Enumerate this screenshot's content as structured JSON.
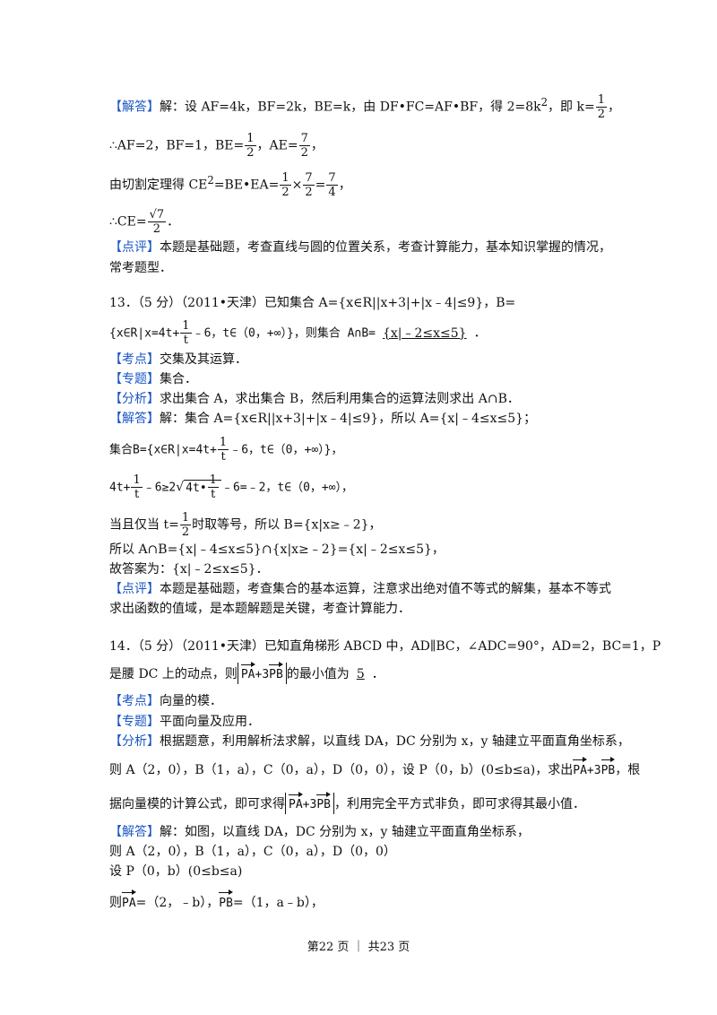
{
  "answer12": {
    "tag": "【解答】",
    "line1_a": "解：设 AF=4k，BF=2k，BE=k，由 DF•FC=AF•BF，得 2=8k",
    "line1_sup": "2",
    "line1_b": "，即 k=",
    "line1_num": "1",
    "line1_den": "2",
    "line1_end": "，",
    "line2_a": "∴AF=2，BF=1，BE=",
    "line2_num1": "1",
    "line2_den1": "2",
    "line2_b": "，AE=",
    "line2_num2": "7",
    "line2_den2": "2",
    "line2_end": "，",
    "line3_a": "由切割定理得 CE",
    "line3_sup": "2",
    "line3_b": "=BE•EA=",
    "line3_num1": "1",
    "line3_den1": "2",
    "line3_times": "×",
    "line3_num2": "7",
    "line3_den2": "2",
    "line3_eq": "=",
    "line3_num3": "7",
    "line3_den3": "4",
    "line3_end": "，",
    "line4_a": "∴CE=",
    "line4_rad": "√7",
    "line4_den": "2",
    "line4_end": "．"
  },
  "comment12": {
    "tag": "【点评】",
    "text1": "本题是基础题，考查直线与圆的位置关系，考查计算能力，基本知识掌握的情况，",
    "text2": "常考题型．"
  },
  "q13": {
    "header": "13．（5 分）（2011•天津）已知集合 A={x∈R||x+3|+|x﹣4|≤9}，B=",
    "line2_a": "{x∈R|x=4t+",
    "line2_num": "1",
    "line2_den": "t",
    "line2_b": "﹣6，t∈（0，+∞）}，则集合 A∩B=",
    "answer": "{x|﹣2≤x≤5}",
    "line2_end": "．",
    "kaodian_tag": "【考点】",
    "kaodian": "交集及其运算．",
    "zhuanti_tag": "【专题】",
    "zhuanti": "集合．",
    "fenxi_tag": "【分析】",
    "fenxi": "求出集合 A，求出集合 B，然后利用集合的运算法则求出 A∩B．",
    "jieda_tag": "【解答】",
    "jieda": "解：集合 A={x∈R||x+3|+|x﹣4|≤9}，所以 A={x|﹣4≤x≤5}；",
    "setB_a": "集合B={x∈R|x=4t+",
    "setB_num": "1",
    "setB_den": "t",
    "setB_b": "﹣6，t∈（0，+∞）}，",
    "ineq_a": "4t+",
    "ineq_num1": "1",
    "ineq_den1": "t",
    "ineq_b": "﹣6≥2",
    "ineq_rad_a": "4t•",
    "ineq_num2": "1",
    "ineq_den2": "t",
    "ineq_c": "﹣6=﹣2，t∈（0，+∞），",
    "when_a": "当且仅当 t=",
    "when_num": "1",
    "when_den": "2",
    "when_b": "时取等号，所以 B={x|x≥﹣2}，",
    "so": "所以 A∩B={x|﹣4≤x≤5}∩{x|x≥﹣2}={x|﹣2≤x≤5}，",
    "final": "故答案为：{x|﹣2≤x≤5}．",
    "dianping_tag": "【点评】",
    "dianping1": "本题是基础题，考查集合的基本运算，注意求出绝对值不等式的解集，基本不等式",
    "dianping2": "求出函数的值域，是本题解题是关键，考查计算能力．"
  },
  "q14": {
    "header": "14．（5 分）（2011•天津）已知直角梯形 ABCD 中，AD∥BC，∠ADC=90°，AD=2，BC=1，P",
    "line2_a": "是腰 DC 上的动点，则",
    "vec_pa": "PA",
    "plus3": "+3",
    "vec_pb": "PB",
    "line2_b": "的最小值为",
    "answer": "5",
    "line2_end": "．",
    "kaodian_tag": "【考点】",
    "kaodian": "向量的模．",
    "zhuanti_tag": "【专题】",
    "zhuanti": "平面向量及应用．",
    "fenxi_tag": "【分析】",
    "fenxi1": "根据题意，利用解析法求解，以直线 DA，DC 分别为 x，y 轴建立平面直角坐标系，",
    "fenxi2_a": "则 A（2，0），B（1，a），C（0，a），D（0，0），设 P（0，b）(0≤b≤a)，求出",
    "fenxi2_b": "，根",
    "fenxi3_a": "据向量模的计算公式，即可求得",
    "fenxi3_b": "，利用完全平方式非负，即可求得其最小值．",
    "jieda_tag": "【解答】",
    "jieda1": "解：如图，以直线 DA，DC 分别为 x，y 轴建立平面直角坐标系，",
    "jieda2": "则 A（2，0），B（1，a），C（0，a），D（0，0）",
    "jieda3": "设 P（0，b）(0≤b≤a)",
    "jieda4_a": "则",
    "jieda4_b": "=（2，﹣b），",
    "jieda4_c": "=（1，a﹣b），"
  },
  "footer": "第22 页 ｜ 共23 页"
}
